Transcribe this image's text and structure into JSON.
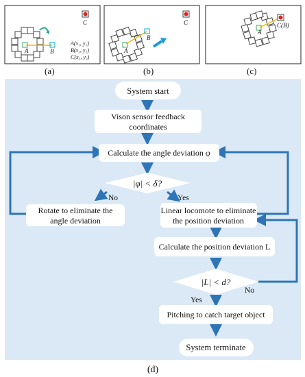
{
  "panels": {
    "a": {
      "point_a": "A",
      "point_b": "B",
      "point_c": "C",
      "coord_a": "A(x₁, y₁)",
      "coord_b": "B(x₂, y₂)",
      "coord_c": "C(x₃, y₃)",
      "caption": "(a)"
    },
    "b": {
      "point_a": "A",
      "point_b": "B",
      "point_c": "C",
      "caption": "(b)"
    },
    "c": {
      "point_a": "A",
      "point_cb": "C(B)",
      "caption": "(c)"
    }
  },
  "flowchart": {
    "start": "System start",
    "sensor_line1": "Vison sensor feedback",
    "sensor_line2": "coordinates",
    "angle_calc": "Calculate the angle deviation φ",
    "angle_check": "|φ| < δ?",
    "label_no_left": "No",
    "label_yes_right": "Yes",
    "rotate_line1": "Rotate to eliminate the",
    "rotate_line2": "angle deviation",
    "linear_line1": "Linear locomote to eliminate",
    "linear_line2": "the  position deviation",
    "position_calc": "Calculate the position deviation L",
    "position_check": "|L| < d?",
    "label_yes_down": "Yes",
    "label_no_right": "No",
    "pitching": "Pitching to catch target object",
    "terminate": "System terminate",
    "caption": "(d)"
  },
  "colors": {
    "flow_background": "#dbe9f6",
    "arrow_blue": "#2e75b6",
    "target_red": "#e0241b",
    "marker_green": "#3aa655",
    "marker_cyan": "#00a8c6",
    "line_yellow": "#f2b705",
    "rotation_arrow": "#2aa89a",
    "move_arrow": "#1e9ad6"
  }
}
